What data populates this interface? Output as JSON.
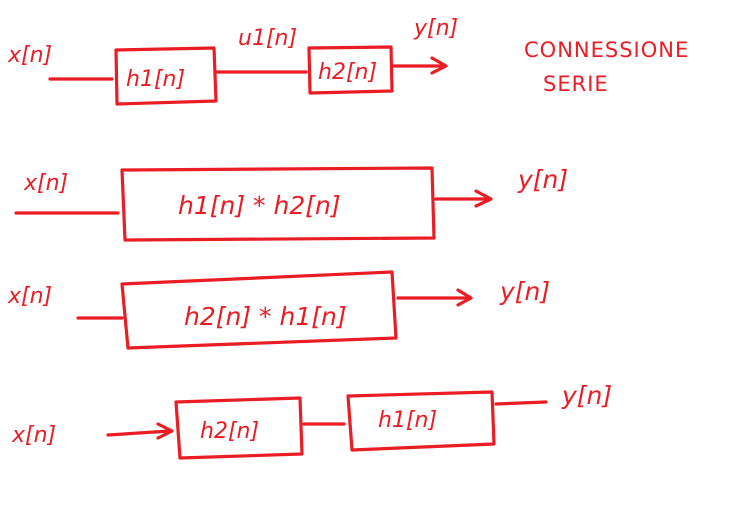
{
  "note": {
    "line1": "CONNESSIONE",
    "line2": "SERIE"
  },
  "row1": {
    "input": "x[n]",
    "box1": "h1[n]",
    "mid": "u1[n]",
    "box2": "h2[n]",
    "output": "y[n]"
  },
  "row2": {
    "input": "x[n]",
    "box": "h1[n] * h2[n]",
    "output": "y[n]"
  },
  "row3": {
    "input": "x[n]",
    "box": "h2[n] * h1[n]",
    "output": "y[n]"
  },
  "row4": {
    "input": "x[n]",
    "box1": "h2[n]",
    "box2": "h1[n]",
    "output": "y[n]"
  },
  "colors": {
    "ink": "#ea1c24",
    "background": "#ffffff"
  }
}
